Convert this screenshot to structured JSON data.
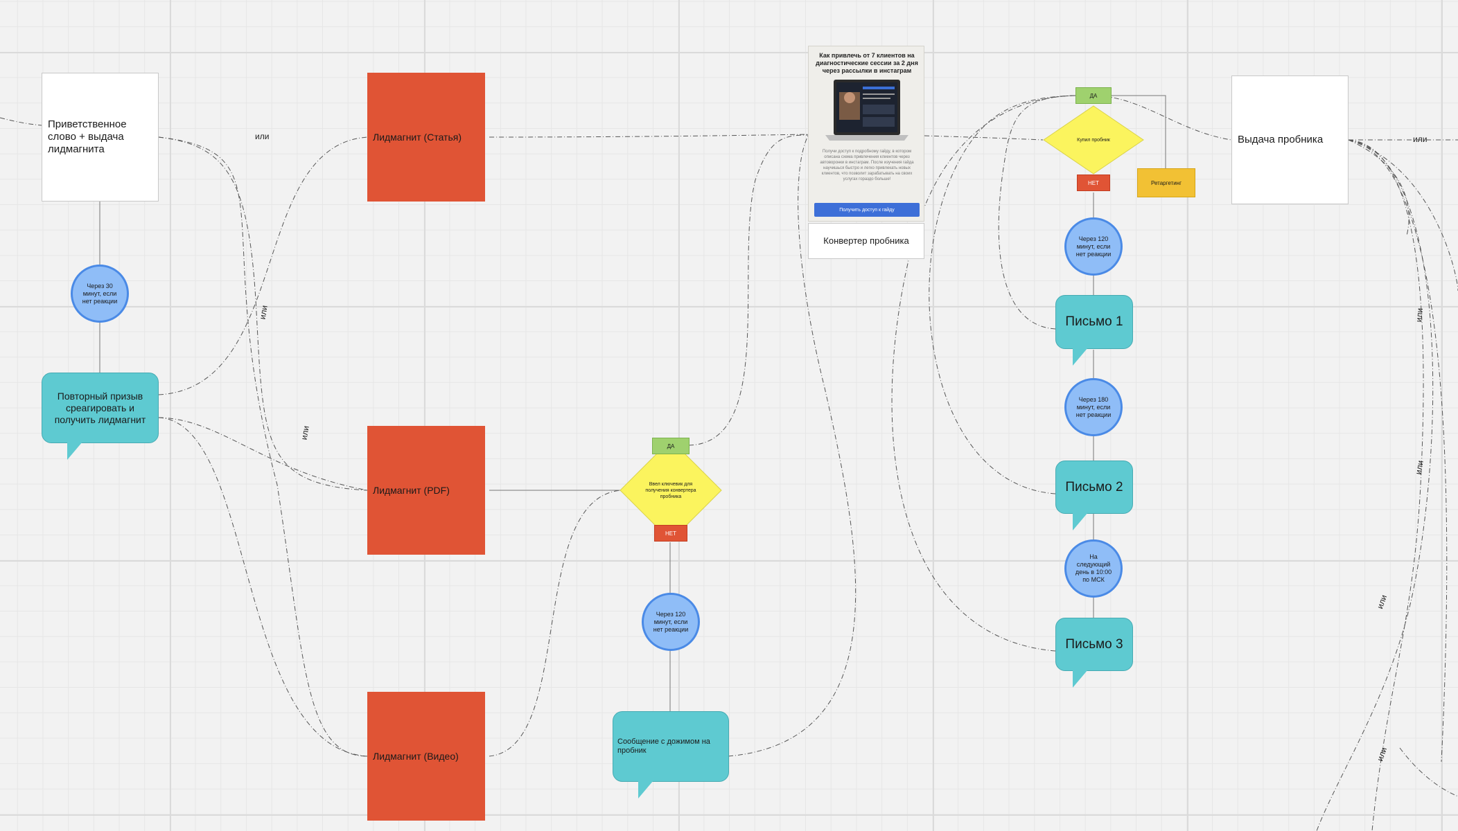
{
  "nodes": {
    "welcome": "Приветственное слово + выдача лидмагнита",
    "wait30": "Через 30 минут, если нет реакции",
    "repeat_call": "Повторный призыв среагировать и получить лидмагнит",
    "lm_article": "Лидмагнит (Статья)",
    "lm_pdf": "Лидмагнит (PDF)",
    "lm_video": "Лидмагнит (Видео)",
    "keyword_question": "Ввел ключевик для получения конвертера пробника",
    "yes1": "ДА",
    "no1": "НЕТ",
    "wait120a": "Через 120 минут, если нет реакции",
    "push_message": "Сообщение с дожимом на пробник",
    "converter_label": "Конвертер пробника",
    "bought_question": "Купил пробник",
    "yes2": "ДА",
    "no2": "НЕТ",
    "retargeting": "Ретаргетинг",
    "issue_trial": "Выдача пробника",
    "wait120b": "Через 120 минут, если нет реакции",
    "letter1": "Письмо 1",
    "wait180": "Через 180 минут, если нет реакции",
    "letter2": "Письмо 2",
    "next_day": "На следующий день в 10:00 по МСК",
    "letter3": "Письмо 3"
  },
  "card": {
    "title": "Как привлечь от 7 клиентов на диагностические сессии за 2 дня через рассылки в инстаграм",
    "body": "Получи доступ к подробному гайду, в котором описана схема привлечения клиентов через автоворонки в инстаграм. После изучения гайда научишься быстро и легко привлекать новых клиентов, что позволит зарабатывать на своих услугах гораздо больше!",
    "button": "Получить доступ к гайду"
  },
  "labels": {
    "or": "или"
  },
  "colors": {
    "lead_magnet": "#e05435",
    "bubble": "#5ecad1",
    "circle": "#8fbdf7",
    "diamond": "#fbf45e",
    "yes": "#9fd16e",
    "no": "#e05435",
    "retargeting": "#f2c134"
  }
}
